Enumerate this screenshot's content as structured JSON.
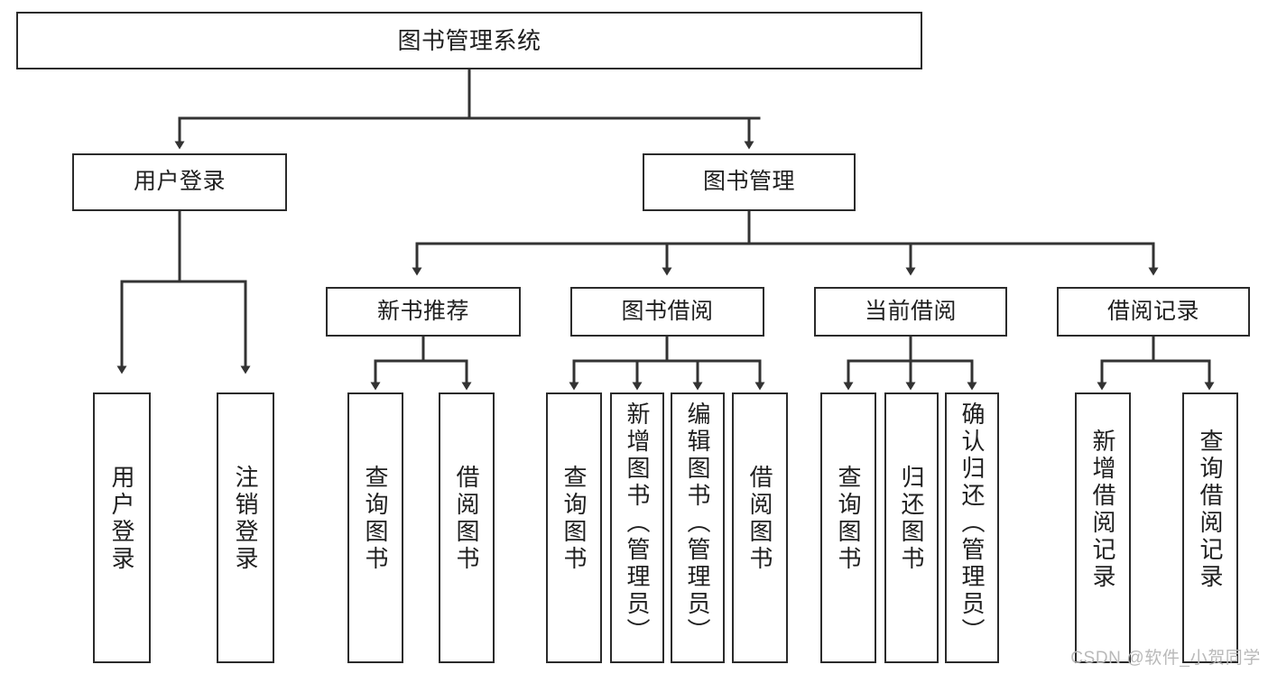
{
  "diagram": {
    "type": "tree",
    "title": "图书管理系统",
    "colors": {
      "border": "#2b2b2b",
      "edge": "#333333",
      "background": "#ffffff",
      "text": "#1f1f1f",
      "watermark": "#b9b9b9"
    },
    "nodes": {
      "root": {
        "label": "图书管理系统"
      },
      "level2": [
        {
          "label": "用户登录"
        },
        {
          "label": "图书管理"
        }
      ],
      "level3": [
        {
          "label": "新书推荐"
        },
        {
          "label": "图书借阅"
        },
        {
          "label": "当前借阅"
        },
        {
          "label": "借阅记录"
        }
      ],
      "leaves": {
        "user_login": [
          {
            "label": "用户登录"
          },
          {
            "label": "注销登录"
          }
        ],
        "new_book": [
          {
            "label": "查询图书"
          },
          {
            "label": "借阅图书"
          }
        ],
        "borrow_book": [
          {
            "label": "查询图书"
          },
          {
            "label": "新增图书（管理员）"
          },
          {
            "label": "编辑图书（管理员）"
          },
          {
            "label": "借阅图书"
          }
        ],
        "current_borrow": [
          {
            "label": "查询图书"
          },
          {
            "label": "归还图书"
          },
          {
            "label": "确认归还（管理员）"
          }
        ],
        "borrow_record": [
          {
            "label": "新增借阅记录"
          },
          {
            "label": "查询借阅记录"
          }
        ]
      }
    }
  },
  "watermark": {
    "text": "CSDN @软件_小贺同学"
  }
}
